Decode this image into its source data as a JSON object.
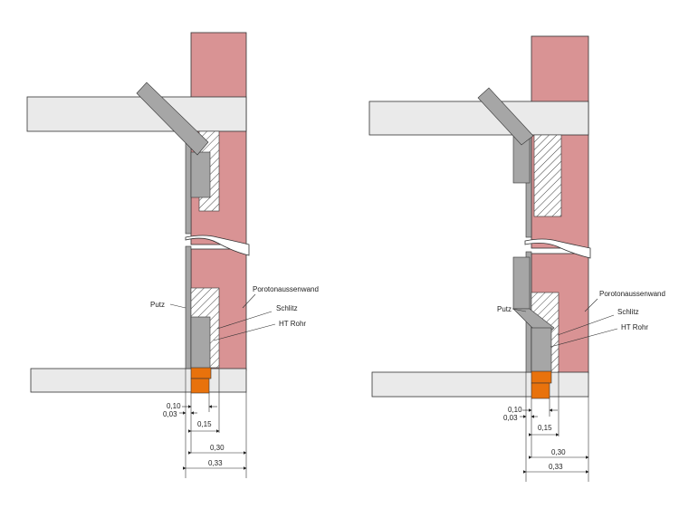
{
  "colors": {
    "brick": "#d99394",
    "slab": "#eaeaea",
    "plaster": "#a6a6a6",
    "pipe": "#e8720c",
    "outline": "#333333"
  },
  "left_detail": {
    "labels": {
      "putz": "Putz",
      "wall": "Porotonaussenwand",
      "slot": "Schlitz",
      "pipe": "HT Rohr"
    },
    "dims": [
      "0,10",
      "0,03",
      "0,15",
      "0,30",
      "0,33"
    ]
  },
  "right_detail": {
    "labels": {
      "putz": "Putz",
      "wall": "Porotonaussenwand",
      "slot": "Schlitz",
      "pipe": "HT Rohr"
    },
    "dims": [
      "0,10",
      "0,03",
      "0,15",
      "0,30",
      "0,33"
    ]
  }
}
